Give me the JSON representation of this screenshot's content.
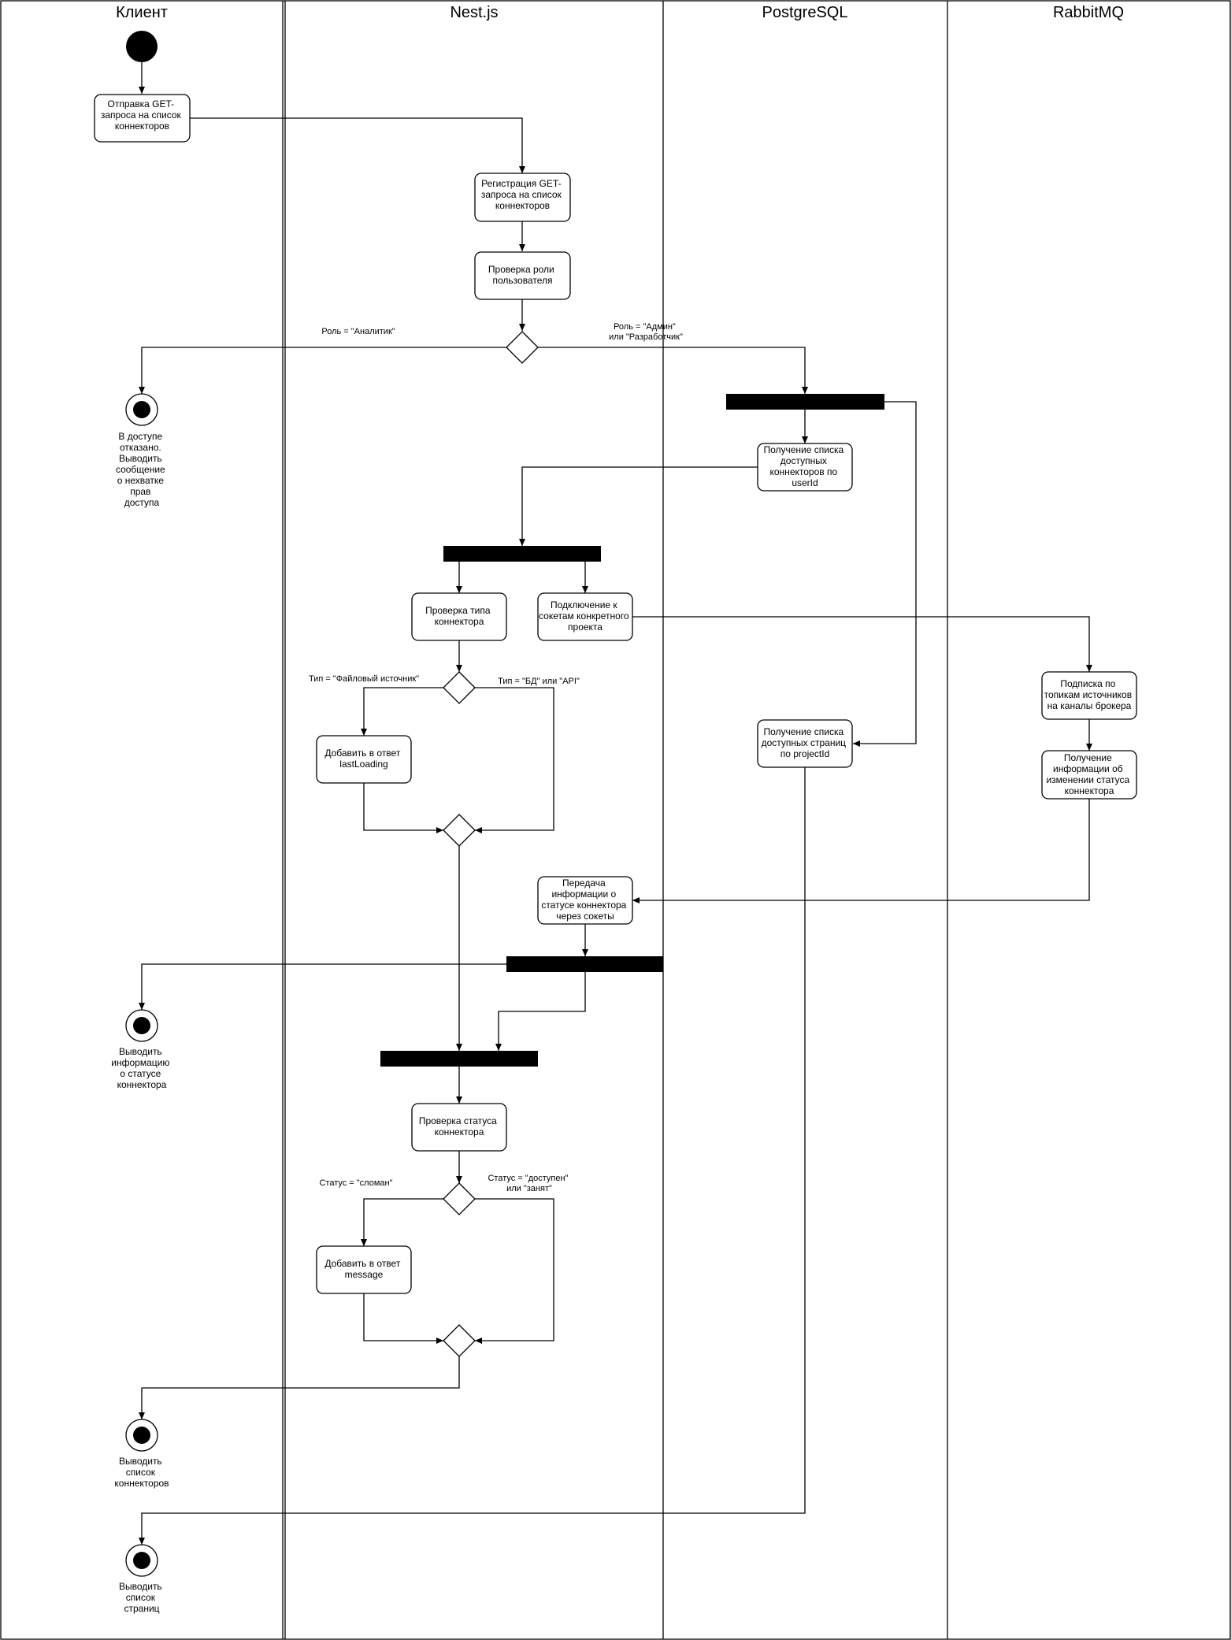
{
  "lanes": {
    "client": "Клиент",
    "nest": "Nest.js",
    "postgres": "PostgreSQL",
    "rabbit": "RabbitMQ"
  },
  "nodes": {
    "send_get": [
      "Отправка GET-",
      "запроса на список",
      "коннекторов"
    ],
    "register_get": [
      "Регистрация GET-",
      "запроса на список",
      "коннекторов"
    ],
    "check_role": [
      "Проверка роли",
      "пользователя"
    ],
    "get_connectors": [
      "Получение списка",
      "доступных",
      "коннекторов по",
      "userId"
    ],
    "check_type": [
      "Проверка типа",
      "коннектора"
    ],
    "connect_sockets": [
      "Подключение к",
      "сокетам конкретного",
      "проекта"
    ],
    "subscribe_topics": [
      "Подписка по",
      "топикам источников",
      "на каналы брокера"
    ],
    "get_pages": [
      "Получение списка",
      "доступных страниц",
      "по projectId"
    ],
    "add_lastloading": [
      "Добавить в ответ",
      "lastLoading"
    ],
    "receive_status": [
      "Получение",
      "информации об",
      "изменении статуса",
      "коннектора"
    ],
    "send_status": [
      "Передача",
      "информации о",
      "статусе коннектора",
      "через сокеты"
    ],
    "check_status": [
      "Проверка статуса",
      "коннектора"
    ],
    "add_message": [
      "Добавить в ответ",
      "message"
    ]
  },
  "end_labels": {
    "access_denied": [
      "В доступе",
      "отказано.",
      "Выводить",
      "сообщение",
      "о нехватке",
      "прав",
      "доступа"
    ],
    "status_info": [
      "Выводить",
      "информацию",
      "о статусе",
      "коннектора"
    ],
    "connector_list": [
      "Выводить",
      "список",
      "коннекторов"
    ],
    "page_list": [
      "Выводить",
      "список",
      "страниц"
    ]
  },
  "edge_labels": {
    "role_analyst": [
      "Роль = \"Аналитик\""
    ],
    "role_admin": [
      "Роль = \"Админ\"",
      "или \"Разработчик\""
    ],
    "type_file": [
      "Тип = \"Файловый источник\""
    ],
    "type_db_api": [
      "Тип = \"БД\" или \"API\""
    ],
    "status_broken": [
      "Статус = \"сломан\""
    ],
    "status_ok": [
      "Статус = \"доступен\"",
      "или \"занят\""
    ]
  }
}
